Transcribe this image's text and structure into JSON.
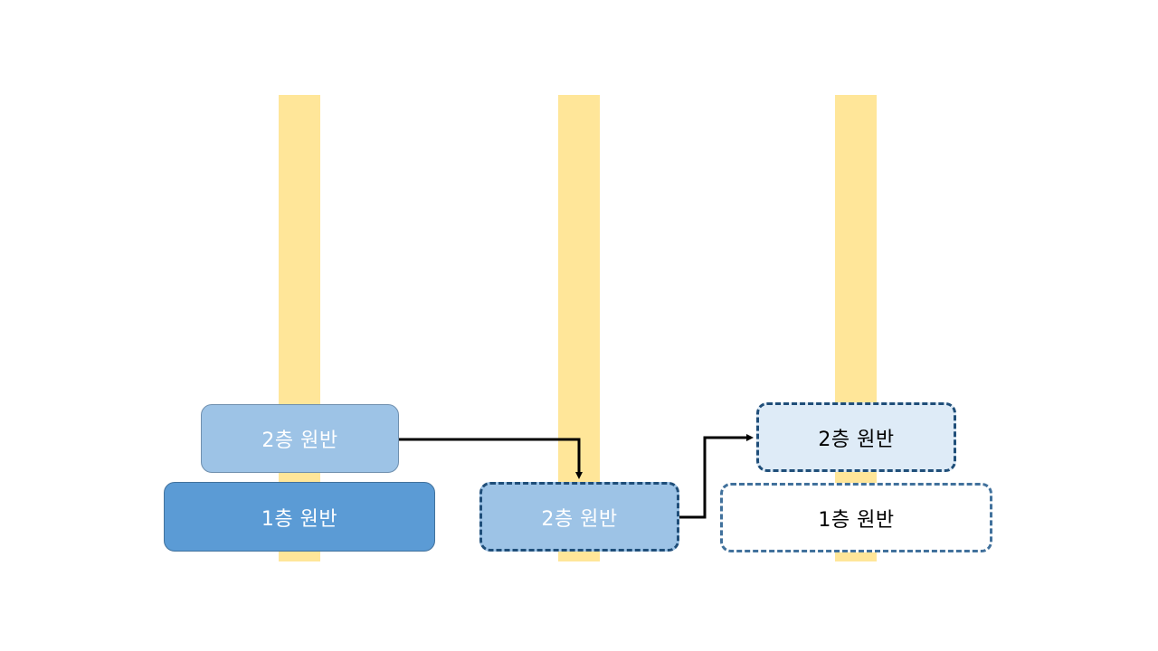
{
  "pegs": [
    "peg-a",
    "peg-b",
    "peg-c"
  ],
  "disks": {
    "a_2": "2층 원반",
    "a_1": "1층 원반",
    "b_2": "2층 원반",
    "c_2": "2층 원반",
    "c_1": "1층 원반"
  },
  "colors": {
    "peg": "#ffe699",
    "disk_light": "#9dc3e6",
    "disk_dark": "#5b9bd5",
    "disk_pale": "#deebf7",
    "dashed_border": "#1f4e79",
    "arrow": "#000000"
  }
}
